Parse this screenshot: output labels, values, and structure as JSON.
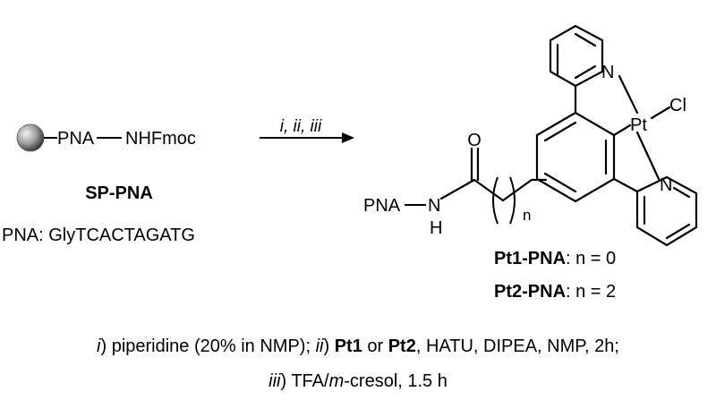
{
  "reactant": {
    "chain_pna": "PNA",
    "chain_nhfmoc": "NHFmoc",
    "name": "SP-PNA",
    "sequence_line": "PNA: GlyTCACTAGATG"
  },
  "arrow": {
    "label": "i, ii, iii"
  },
  "product": {
    "pna": "PNA",
    "n_atom": "N",
    "h_atom": "H",
    "o_atom": "O",
    "subscript_n": "n",
    "pyridine_n_top": "N",
    "pyridine_n_bottom": "N",
    "pt": "Pt",
    "cl": "Cl",
    "pt1_name": "Pt1-PNA",
    "pt1_value": ": n = 0",
    "pt2_name": "Pt2-PNA",
    "pt2_value": ": n = 2"
  },
  "conditions": {
    "line1": {
      "i_mark": "i",
      "step_i": ") piperidine (20% in NMP); ",
      "ii_mark": "ii",
      "step_ii_pre": ") ",
      "pt1": "Pt1",
      "or_text": " or ",
      "pt2": "Pt2",
      "step_ii_post": ", HATU, DIPEA, NMP, 2h;"
    },
    "line2": {
      "iii_mark": "iii",
      "step_iii_pre": ") TFA/",
      "m_mark": "m",
      "step_iii_post": "-cresol, 1.5 h"
    }
  }
}
